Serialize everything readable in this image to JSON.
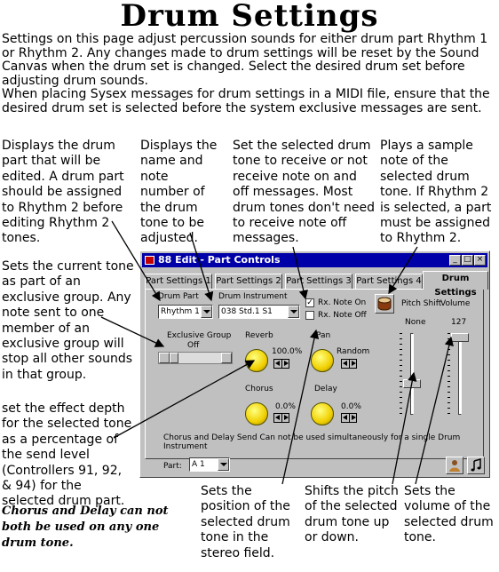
{
  "page": {
    "title": "Drum Settings",
    "intro_1": "Settings on this page adjust percussion sounds for either drum part Rhythm 1 or Rhythm 2. Any changes made to drum settings will be reset by the Sound Canvas when the drum set is changed. Select the desired drum set before adjusting drum sounds.",
    "intro_2": "When placing Sysex messages for drum settings in a MIDI file, ensure that the desired drum set is selected before the system exclusive messages are sent."
  },
  "notes": {
    "drum_part": "Displays the drum part that will be edited. A drum part should be assigned to Rhythm 2 before editing Rhythm 2 tones.",
    "drum_instrument": "Displays the name and note number of the drum tone to be adjusted.",
    "rx_note": "Set the selected drum tone to receive or not receive note on and off messages. Most drum tones don't need to receive note off messages.",
    "play_sample": "Plays a sample note of the selected drum tone. If Rhythm 2 is selected, a part must be assigned to Rhythm 2.",
    "exclusive_group": "Sets the current tone as part of an exclusive group. Any note sent to one member of an exclusive group will stop all other sounds in that group.",
    "effect_depth": "set the effect depth for the selected tone as a percentage of the send level (Controllers 91, 92, & 94) for the selected drum part.",
    "chorus_delay_warning": "Chorus and Delay can not both be used on any one drum tone.",
    "pan": "Sets the position of the selected drum tone in the stereo field.",
    "pitch_shift": "Shifts the pitch of the selected drum tone up or down.",
    "volume": "Sets the volume of the selected drum tone."
  },
  "window": {
    "title": "88 Edit - Part Controls",
    "tabs": [
      "Part Settings 1",
      "Part Settings 2",
      "Part Settings 3",
      "Part Settings 4",
      "Drum Settings"
    ],
    "active_tab_index": 4,
    "drum_part_label": "Drum Part",
    "drum_part_value": "Rhythm 1",
    "drum_instrument_label": "Drum Instrument",
    "drum_instrument_value": "038 Std.1 S1",
    "rx_note_on_label": "Rx. Note On",
    "rx_note_on_checked": true,
    "rx_note_off_label": "Rx. Note Off",
    "rx_note_off_checked": false,
    "pitch_shift_label": "Pitch Shift",
    "pitch_shift_value": "None",
    "volume_label": "Volume",
    "volume_value": "127",
    "exclusive_group_label": "Exclusive Group",
    "exclusive_group_value": "Off",
    "reverb_label": "Reverb",
    "reverb_value": "100.0%",
    "pan_label": "Pan",
    "pan_value": "Random",
    "chorus_label": "Chorus",
    "chorus_value": "0.0%",
    "delay_label": "Delay",
    "delay_value": "0.0%",
    "warning_text": "Chorus and Delay Send Can not be used simultaneously for a single Drum Instrument",
    "part_label": "Part:",
    "part_value": "A 1",
    "pitch_level": 0.37,
    "volume_level": 1.0
  },
  "colors": {
    "titlebar": "#0000a8",
    "window_face": "#c0c0c0",
    "knob": "#f0d000"
  }
}
